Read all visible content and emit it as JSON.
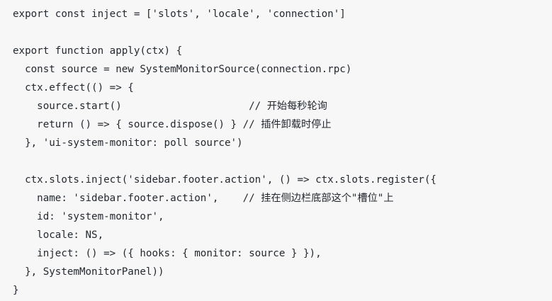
{
  "code": {
    "lines": [
      "export const inject = ['slots', 'locale', 'connection']",
      "",
      "export function apply(ctx) {",
      "  const source = new SystemMonitorSource(connection.rpc)",
      "  ctx.effect(() => {",
      "    source.start()                     // 开始每秒轮询",
      "    return () => { source.dispose() } // 插件卸载时停止",
      "  }, 'ui-system-monitor: poll source')",
      "",
      "  ctx.slots.inject('sidebar.footer.action', () => ctx.slots.register({",
      "    name: 'sidebar.footer.action',    // 挂在侧边栏底部这个\"槽位\"上",
      "    id: 'system-monitor',",
      "    locale: NS,",
      "    inject: () => ({ hooks: { monitor: source } }),",
      "  }, SystemMonitorPanel))",
      "}"
    ]
  }
}
